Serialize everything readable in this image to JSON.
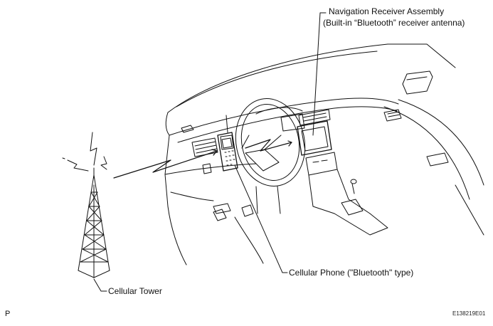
{
  "labels": {
    "nav_title": "Navigation Receiver Assembly",
    "nav_subtitle": "(Built-in “Bluetooth” receiver antenna)",
    "phone": "Cellular Phone (\"Bluetooth\" type)",
    "tower": "Cellular Tower"
  },
  "footer": {
    "page_letter": "P",
    "figure_code": "E138219E01"
  },
  "colors": {
    "line": "#111111",
    "background": "#ffffff"
  }
}
